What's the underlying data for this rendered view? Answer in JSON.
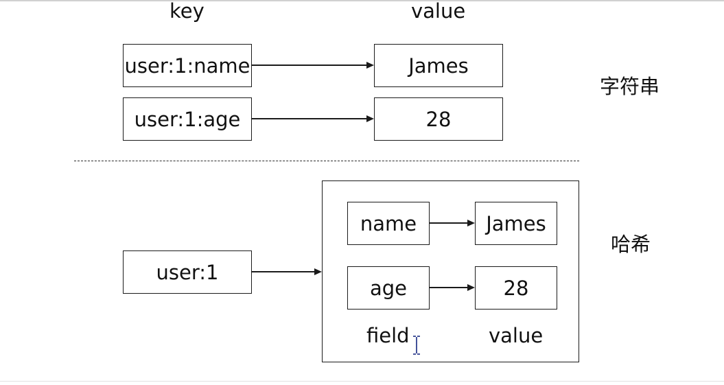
{
  "string_section": {
    "key_header": "key",
    "value_header": "value",
    "type_label": "字符串",
    "rows": [
      {
        "key": "user:1:name",
        "value": "James"
      },
      {
        "key": "user:1:age",
        "value": "28"
      }
    ]
  },
  "hash_section": {
    "key": "user:1",
    "type_label": "哈希",
    "fields": [
      {
        "field": "name",
        "value": "James"
      },
      {
        "field": "age",
        "value": "28"
      }
    ],
    "field_header": "field",
    "value_header": "value"
  },
  "icons": {
    "cursor": "text-cursor-icon"
  }
}
